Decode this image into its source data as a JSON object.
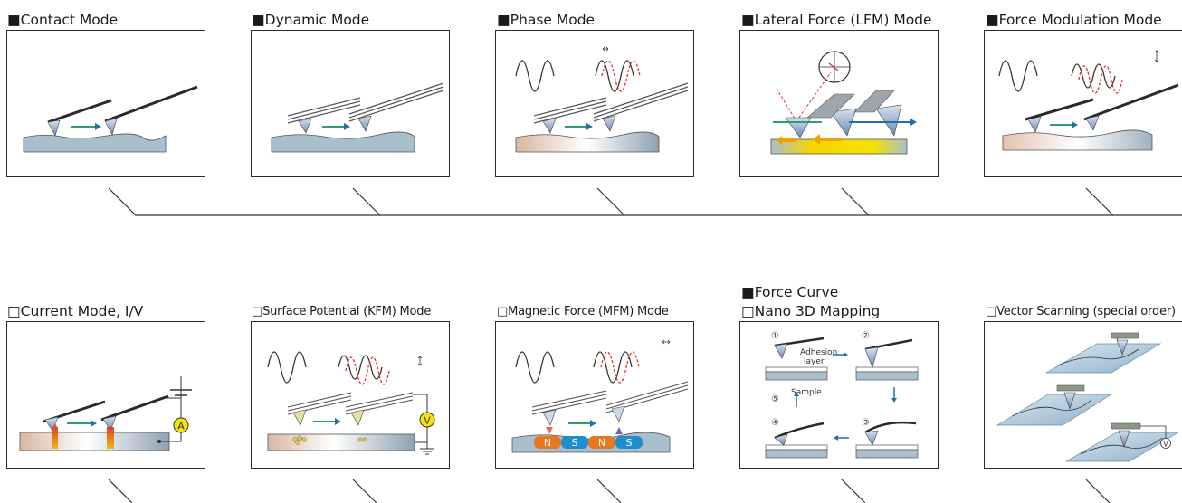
{
  "modes": [
    {
      "marker": "■",
      "title": "Contact Mode"
    },
    {
      "marker": "■",
      "title": "Dynamic Mode"
    },
    {
      "marker": "■",
      "title": "Phase Mode"
    },
    {
      "marker": "■",
      "title": "Lateral Force (LFM) Mode"
    },
    {
      "marker": "■",
      "title": "Force Modulation Mode"
    },
    {
      "marker": "□",
      "title": "Current Mode, I/V"
    },
    {
      "marker": "□",
      "title": "Surface Potential (KFM) Mode"
    },
    {
      "marker": "□",
      "title": "Magnetic Force (MFM) Mode"
    },
    {
      "marker": "■",
      "title": "Force Curve",
      "marker2": "□",
      "title2": "Nano 3D Mapping"
    },
    {
      "marker": "□",
      "title": "Vector Scanning (special order)"
    }
  ],
  "symbols": {
    "ammeter": "A",
    "voltmeter": "V"
  },
  "magnets": [
    "N",
    "S",
    "N",
    "S"
  ],
  "force_curve": {
    "steps": [
      "①",
      "②",
      "③",
      "④",
      "⑤"
    ],
    "adhesion_label_1": "Adhesion",
    "adhesion_label_2": "layer",
    "sample_label": "Sample"
  },
  "colors": {
    "arrow": "#1f6fa8",
    "cantilever": "#2a2a2a",
    "sample": "#9bb3c2",
    "warm": "#e9c9b8",
    "magnet_n": "#e8781e",
    "magnet_s": "#1f8ed0"
  }
}
